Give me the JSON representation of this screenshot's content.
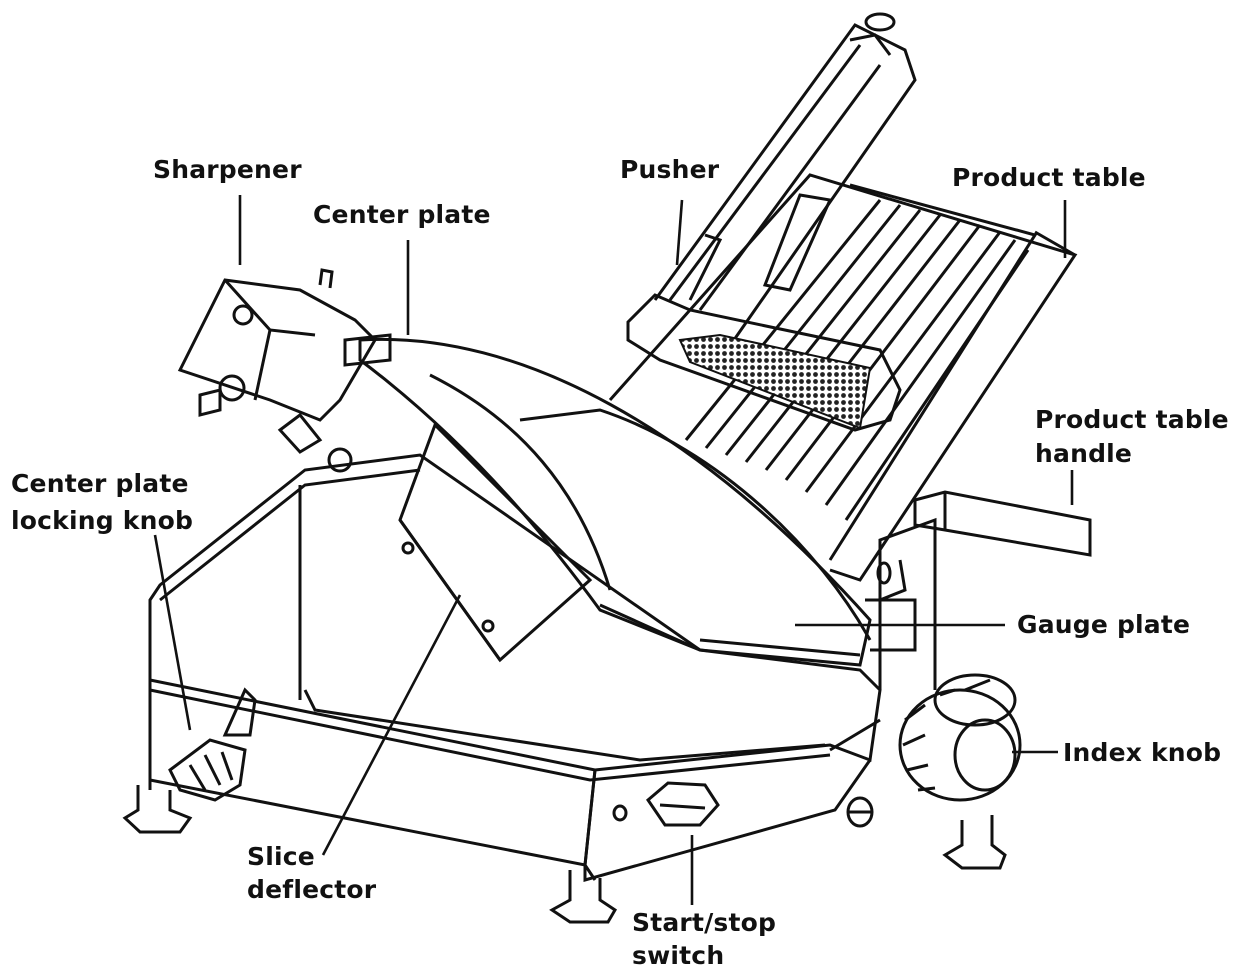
{
  "diagram": {
    "labels": {
      "sharpener": "Sharpener",
      "center_plate": "Center plate",
      "pusher": "Pusher",
      "product_table": "Product table",
      "product_table_handle_1": "Product table",
      "product_table_handle_2": "handle",
      "center_plate_locking_knob_1": "Center plate",
      "center_plate_locking_knob_2": "locking knob",
      "gauge_plate": "Gauge plate",
      "index_knob": "Index knob",
      "slice_deflector_1": "Slice",
      "slice_deflector_2": "deflector",
      "start_stop_switch_1": "Start/stop",
      "start_stop_switch_2": "switch"
    },
    "colors": {
      "ink": "#111111",
      "paper": "#ffffff",
      "grille": "#222222"
    }
  }
}
